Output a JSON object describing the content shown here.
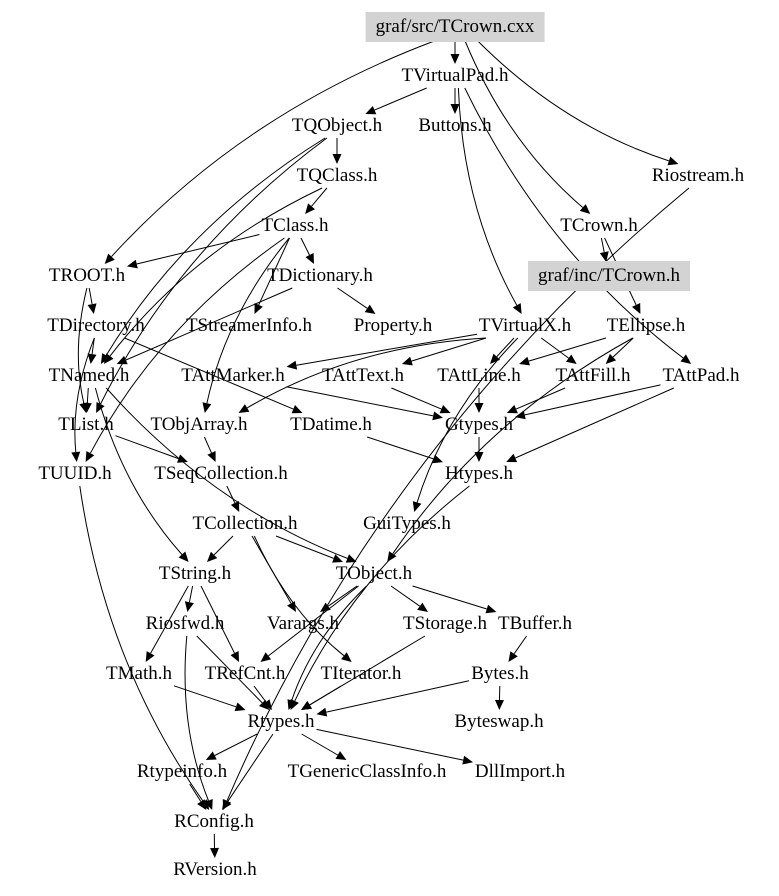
{
  "diagram": {
    "title": "Include dependency graph for graf/src/TCrown.cxx",
    "highlight_color": "#d3d3d3",
    "nodes": [
      {
        "id": "tcrown_cxx",
        "label": "graf/src/TCrown.cxx",
        "highlighted": true
      },
      {
        "id": "tvirtualpad",
        "label": "TVirtualPad.h"
      },
      {
        "id": "tqobject",
        "label": "TQObject.h"
      },
      {
        "id": "buttons",
        "label": "Buttons.h"
      },
      {
        "id": "riostream",
        "label": "Riostream.h"
      },
      {
        "id": "tqclass",
        "label": "TQClass.h"
      },
      {
        "id": "tclass",
        "label": "TClass.h"
      },
      {
        "id": "tcrown_h",
        "label": "TCrown.h"
      },
      {
        "id": "troot",
        "label": "TROOT.h"
      },
      {
        "id": "tdictionary",
        "label": "TDictionary.h"
      },
      {
        "id": "graf_inc_tcrown",
        "label": "graf/inc/TCrown.h",
        "highlighted": true
      },
      {
        "id": "tdirectory",
        "label": "TDirectory.h"
      },
      {
        "id": "tstreamerinfo",
        "label": "TStreamerInfo.h"
      },
      {
        "id": "property",
        "label": "Property.h"
      },
      {
        "id": "tvirtualx",
        "label": "TVirtualX.h"
      },
      {
        "id": "tellipse",
        "label": "TEllipse.h"
      },
      {
        "id": "tnamed",
        "label": "TNamed.h"
      },
      {
        "id": "tattmarker",
        "label": "TAttMarker.h"
      },
      {
        "id": "tatttext",
        "label": "TAttText.h"
      },
      {
        "id": "tattline",
        "label": "TAttLine.h"
      },
      {
        "id": "tattfill",
        "label": "TAttFill.h"
      },
      {
        "id": "tattpad",
        "label": "TAttPad.h"
      },
      {
        "id": "tlist",
        "label": "TList.h"
      },
      {
        "id": "tobjarray",
        "label": "TObjArray.h"
      },
      {
        "id": "tdatime",
        "label": "TDatime.h"
      },
      {
        "id": "gtypes",
        "label": "Gtypes.h"
      },
      {
        "id": "tuuid",
        "label": "TUUID.h"
      },
      {
        "id": "tseqcollection",
        "label": "TSeqCollection.h"
      },
      {
        "id": "htypes",
        "label": "Htypes.h"
      },
      {
        "id": "tcollection",
        "label": "TCollection.h"
      },
      {
        "id": "guitypes",
        "label": "GuiTypes.h"
      },
      {
        "id": "tstring",
        "label": "TString.h"
      },
      {
        "id": "tobject",
        "label": "TObject.h"
      },
      {
        "id": "riosfwd",
        "label": "Riosfwd.h"
      },
      {
        "id": "varargs",
        "label": "Varargs.h"
      },
      {
        "id": "tstorage",
        "label": "TStorage.h"
      },
      {
        "id": "tbuffer",
        "label": "TBuffer.h"
      },
      {
        "id": "tmath",
        "label": "TMath.h"
      },
      {
        "id": "trefcnt",
        "label": "TRefCnt.h"
      },
      {
        "id": "titerator",
        "label": "TIterator.h"
      },
      {
        "id": "bytes",
        "label": "Bytes.h"
      },
      {
        "id": "rtypes",
        "label": "Rtypes.h"
      },
      {
        "id": "byteswap",
        "label": "Byteswap.h"
      },
      {
        "id": "rtypeinfo",
        "label": "Rtypeinfo.h"
      },
      {
        "id": "tgenericclassinfo",
        "label": "TGenericClassInfo.h"
      },
      {
        "id": "dllimport",
        "label": "DllImport.h"
      },
      {
        "id": "rconfig",
        "label": "RConfig.h"
      },
      {
        "id": "rversion",
        "label": "RVersion.h"
      }
    ],
    "edges": [
      [
        "tcrown_cxx",
        "tvirtualpad"
      ],
      [
        "tcrown_cxx",
        "riostream"
      ],
      [
        "tcrown_cxx",
        "tcrown_h"
      ],
      [
        "tcrown_cxx",
        "troot"
      ],
      [
        "tvirtualpad",
        "tqobject"
      ],
      [
        "tvirtualpad",
        "buttons"
      ],
      [
        "tvirtualpad",
        "tvirtualx"
      ],
      [
        "tvirtualpad",
        "tattpad"
      ],
      [
        "tqobject",
        "tqclass"
      ],
      [
        "tqobject",
        "tnamed"
      ],
      [
        "tqobject",
        "tlist"
      ],
      [
        "tqclass",
        "tclass"
      ],
      [
        "tqclass",
        "tnamed"
      ],
      [
        "tclass",
        "troot"
      ],
      [
        "tclass",
        "tdictionary"
      ],
      [
        "tclass",
        "tstreamerinfo"
      ],
      [
        "tclass",
        "tobjarray"
      ],
      [
        "tclass",
        "tuuid"
      ],
      [
        "tdictionary",
        "property"
      ],
      [
        "tdictionary",
        "tnamed"
      ],
      [
        "tcrown_h",
        "graf_inc_tcrown"
      ],
      [
        "tcrown_h",
        "tellipse"
      ],
      [
        "troot",
        "tdirectory"
      ],
      [
        "troot",
        "tlist"
      ],
      [
        "tdirectory",
        "tnamed"
      ],
      [
        "tdirectory",
        "tdatime"
      ],
      [
        "tdirectory",
        "tuuid"
      ],
      [
        "tellipse",
        "tattline"
      ],
      [
        "tellipse",
        "tattfill"
      ],
      [
        "tellipse",
        "tobject"
      ],
      [
        "tvirtualx",
        "tattline"
      ],
      [
        "tvirtualx",
        "tattmarker"
      ],
      [
        "tvirtualx",
        "tatttext"
      ],
      [
        "tvirtualx",
        "tattfill"
      ],
      [
        "tvirtualx",
        "tobjarray"
      ],
      [
        "tvirtualx",
        "guitypes"
      ],
      [
        "tnamed",
        "tlist"
      ],
      [
        "tnamed",
        "tobject"
      ],
      [
        "tnamed",
        "tstring"
      ],
      [
        "tattmarker",
        "gtypes"
      ],
      [
        "tatttext",
        "gtypes"
      ],
      [
        "tattline",
        "gtypes"
      ],
      [
        "tattfill",
        "gtypes"
      ],
      [
        "tattpad",
        "gtypes"
      ],
      [
        "tattpad",
        "htypes"
      ],
      [
        "tlist",
        "tseqcollection"
      ],
      [
        "tobjarray",
        "tseqcollection"
      ],
      [
        "tdatime",
        "htypes"
      ],
      [
        "gtypes",
        "htypes"
      ],
      [
        "htypes",
        "rtypes"
      ],
      [
        "tseqcollection",
        "tcollection"
      ],
      [
        "tcollection",
        "tstring"
      ],
      [
        "tcollection",
        "tobject"
      ],
      [
        "tcollection",
        "titerator"
      ],
      [
        "tcollection",
        "varargs"
      ],
      [
        "tstring",
        "riosfwd"
      ],
      [
        "tstring",
        "tmath"
      ],
      [
        "tstring",
        "trefcnt"
      ],
      [
        "tobject",
        "varargs"
      ],
      [
        "tobject",
        "tstorage"
      ],
      [
        "tobject",
        "tbuffer"
      ],
      [
        "tobject",
        "trefcnt"
      ],
      [
        "tobject",
        "rtypes"
      ],
      [
        "tbuffer",
        "bytes"
      ],
      [
        "bytes",
        "byteswap"
      ],
      [
        "bytes",
        "rtypes"
      ],
      [
        "tmath",
        "rtypes"
      ],
      [
        "trefcnt",
        "rtypes"
      ],
      [
        "titerator",
        "rtypes"
      ],
      [
        "tstorage",
        "rtypes"
      ],
      [
        "riosfwd",
        "rconfig"
      ],
      [
        "riosfwd",
        "rtypes"
      ],
      [
        "rtypes",
        "rtypeinfo"
      ],
      [
        "rtypes",
        "tgenericclassinfo"
      ],
      [
        "rtypes",
        "dllimport"
      ],
      [
        "rtypes",
        "rconfig"
      ],
      [
        "rtypeinfo",
        "rconfig"
      ],
      [
        "riostream",
        "rconfig"
      ],
      [
        "tuuid",
        "rconfig"
      ],
      [
        "rconfig",
        "rversion"
      ]
    ]
  }
}
